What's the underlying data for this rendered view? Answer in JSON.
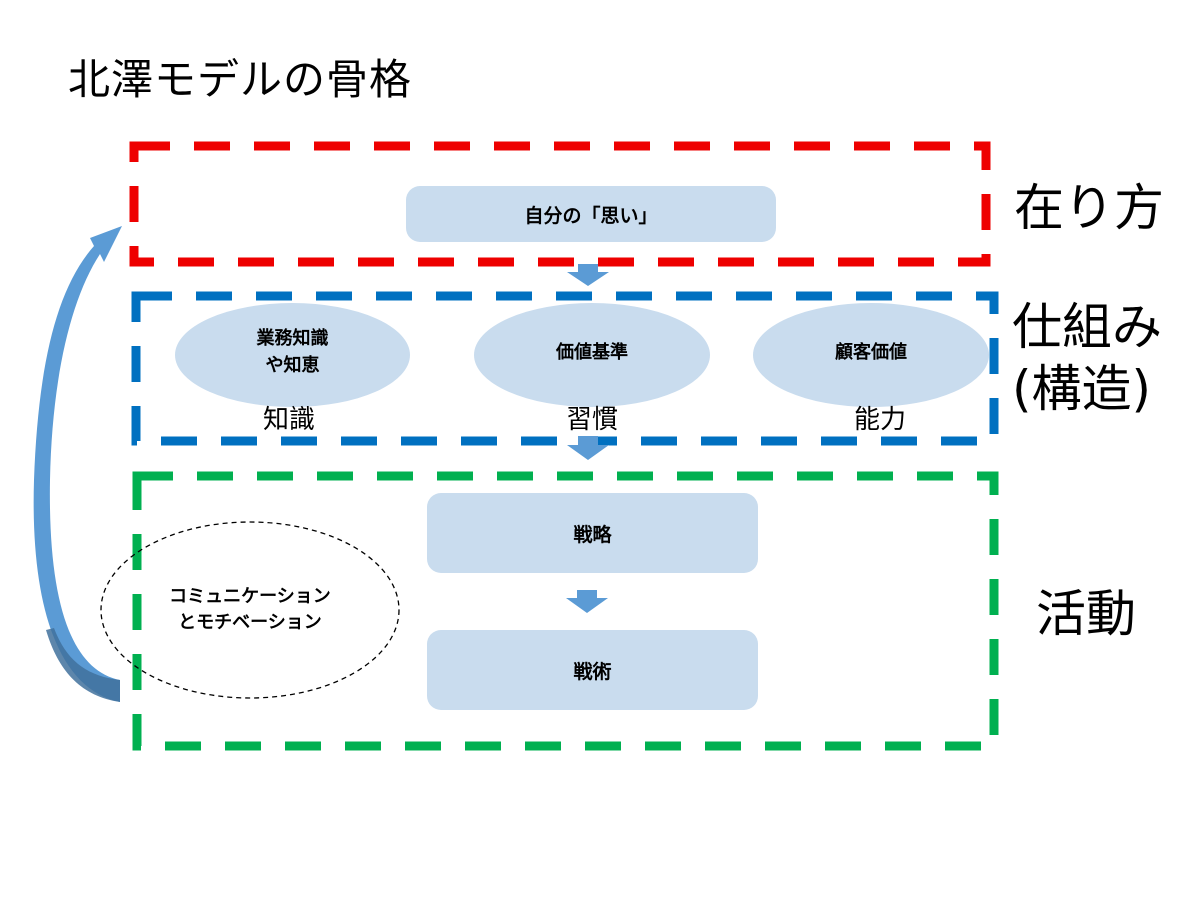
{
  "title": "北澤モデルの骨格",
  "colors": {
    "layer_red": "#ee0000",
    "layer_blue": "#0070c0",
    "layer_green": "#00b050",
    "shape_fill": "#c9dcee",
    "arrow": "#5b9bd5"
  },
  "layers": {
    "being": {
      "label": "在り方",
      "box": "自分の「思い」"
    },
    "structure": {
      "label_line1": "仕組み",
      "label_line2": "(構造)",
      "items": [
        {
          "text_line1": "業務知識",
          "text_line2": "や知恵",
          "caption": "知識"
        },
        {
          "text_line1": "価値基準",
          "text_line2": "",
          "caption": "習慣"
        },
        {
          "text_line1": "顧客価値",
          "text_line2": "",
          "caption": "能力"
        }
      ]
    },
    "activity": {
      "label": "活動",
      "strategy": "戦略",
      "tactics": "戦術",
      "comm_line1": "コミュニケーション",
      "comm_line2": "とモチベーション"
    }
  },
  "icons": {
    "down_arrow": "down-arrow",
    "feedback_arrow": "curved-up-arrow"
  }
}
